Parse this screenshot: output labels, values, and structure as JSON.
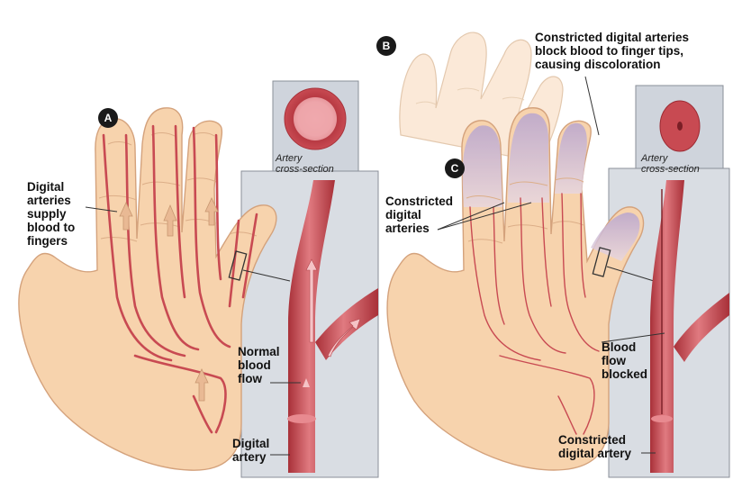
{
  "colors": {
    "skin": "#f7d3ad",
    "skin_light": "#fbe5cc",
    "skin_pale": "#fbe8d6",
    "skin_outline": "#d4a27c",
    "artery": "#c84a52",
    "artery_dark": "#9c2a32",
    "artery_light": "#e48a8e",
    "panel": "#cfd4dc",
    "panel_border": "#8a8f98",
    "cyanotic": "#c9b8d8",
    "badge": "#1a1a1a"
  },
  "panel_a": {
    "badge": "A",
    "label_supply": "Digital\narteries\nsupply\nblood to\nfingers",
    "label_flow": "Normal\nblood\nflow",
    "label_artery": "Digital\nartery",
    "inset_caption": "Artery\ncross-section"
  },
  "panel_b": {
    "badge": "B",
    "label_top": "Constricted digital arteries\nblock blood to finger tips,\ncausing discoloration",
    "inset_caption": "Artery\ncross-section"
  },
  "panel_c": {
    "badge": "C",
    "label_constricted": "Constricted\ndigital\narteries",
    "label_blocked": "Blood\nflow\nblocked",
    "label_artery": "Constricted\ndigital artery"
  }
}
